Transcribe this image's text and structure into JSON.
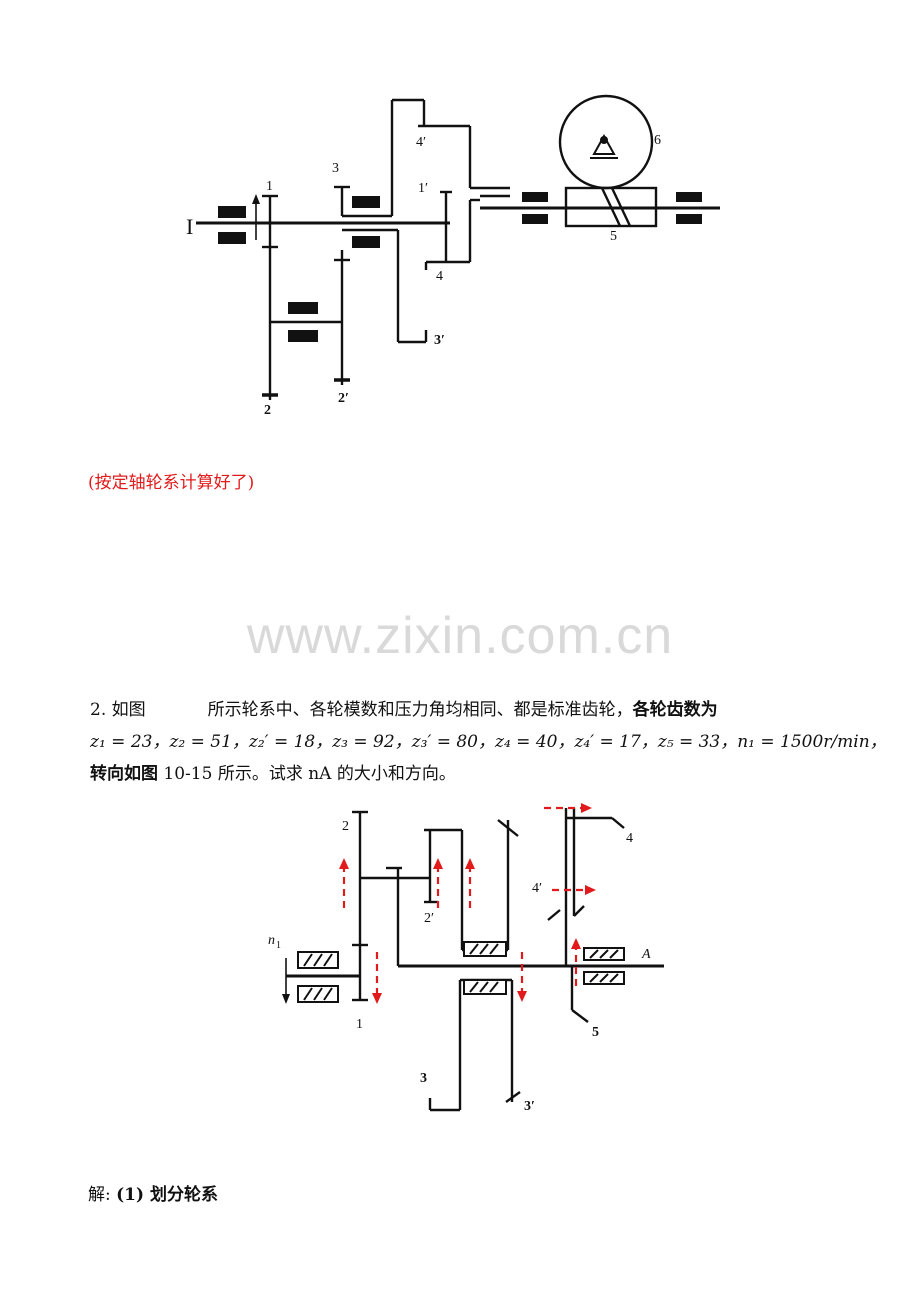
{
  "figure1": {
    "labels": {
      "shaft_I": "I",
      "g1": "1",
      "g1p": "1′",
      "g2": "2",
      "g2p": "2′",
      "g3": "3",
      "g3p": "3′",
      "g4": "4",
      "g4p": "4′",
      "g5": "5",
      "g6": "6"
    }
  },
  "note": "(按定轴轮系计算好了)",
  "watermark": "www.zixin.com.cn",
  "problem": {
    "line1_prefix": "2. 如图",
    "line1_mid": "所示轮系中、各轮模数和压力角均相同、都是标准齿轮，",
    "line1_bold": "各轮齿数为",
    "line2": "z₁ = 23，z₂ = 51，z₂′ = 18，z₃ = 92，z₃′ = 80，z₄ = 40，z₄′ = 17，z₅ = 33，n₁ = 1500r/min，",
    "line3_bold": "转向如图",
    "line3_rest": " 10-15 所示。试求 nA 的大小和方向。"
  },
  "figure2": {
    "labels": {
      "n1": "n",
      "n1_sub": "1",
      "g1": "1",
      "g2": "2",
      "g2p": "2′",
      "g3": "3",
      "g3p": "3′",
      "g4": "4",
      "g4p": "4′",
      "g5": "5",
      "shaft_A": "A"
    },
    "arrow_color": "#e11b1b"
  },
  "solution": {
    "prefix": "解: ",
    "step": "(1)  划分轮系"
  }
}
